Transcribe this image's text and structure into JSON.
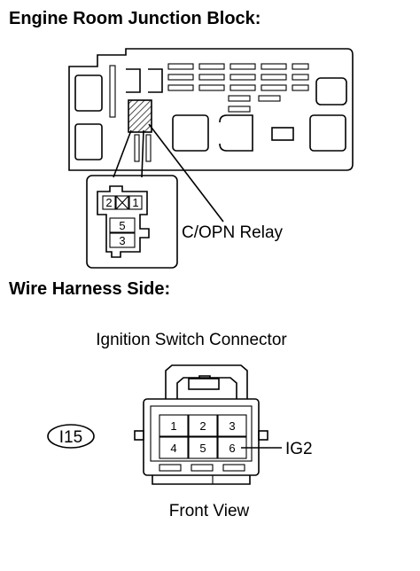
{
  "sections": {
    "junction_block_heading": "Engine Room Junction Block:",
    "wire_harness_heading": "Wire Harness Side:"
  },
  "junction_block": {
    "relay_label": "C/OPN Relay",
    "relay_pins": [
      "2",
      "1",
      "5",
      "3"
    ]
  },
  "ignition_connector": {
    "title": "Ignition Switch Connector",
    "connector_code": "I15",
    "pins": [
      "1",
      "2",
      "3",
      "4",
      "5",
      "6"
    ],
    "pin_callout": "IG2",
    "view_label": "Front View"
  }
}
